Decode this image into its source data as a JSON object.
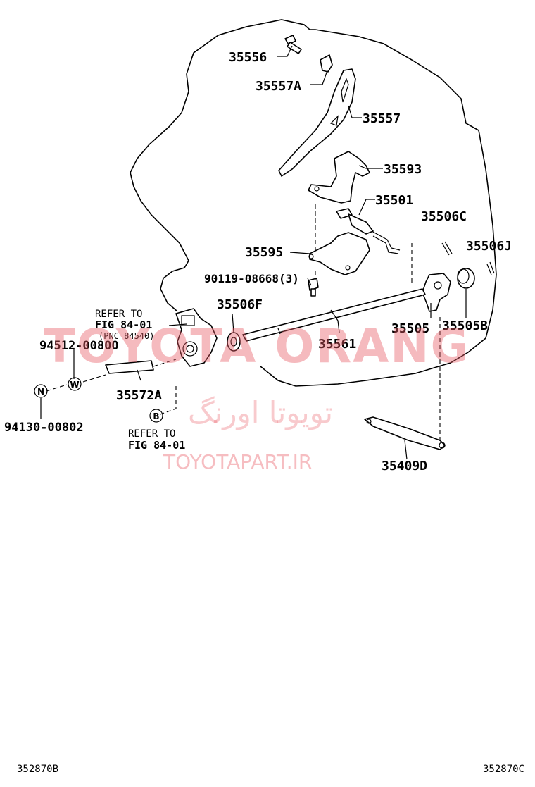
{
  "diagram": {
    "part_labels": {
      "p35556": "35556",
      "p35557A": "35557A",
      "p35557": "35557",
      "p35593": "35593",
      "p35501": "35501",
      "p35506C": "35506C",
      "p35506J": "35506J",
      "p35595": "35595",
      "p90119": "90119-08668(3)",
      "p35506F": "35506F",
      "p35561": "35561",
      "p35505": "35505",
      "p35505B": "35505B",
      "p94512": "94512-00800",
      "p35572A": "35572A",
      "p94130": "94130-00802",
      "p35409D": "35409D"
    },
    "notes": {
      "refer1_line1": "REFER TO",
      "refer1_line2": "FIG 84-01",
      "refer1_line3": "(PNC 84540)",
      "refer2_line1": "REFER TO",
      "refer2_line2": "FIG 84-01"
    },
    "callouts": {
      "n": "N",
      "w": "W",
      "b": "B"
    },
    "watermarks": {
      "brand": "TOYOTA ORANG",
      "farsi": "تویوتا اورنگ",
      "url": "TOYOTAPART.IR"
    },
    "footer": {
      "left_code": "352870B",
      "right_code": "352870C"
    }
  }
}
